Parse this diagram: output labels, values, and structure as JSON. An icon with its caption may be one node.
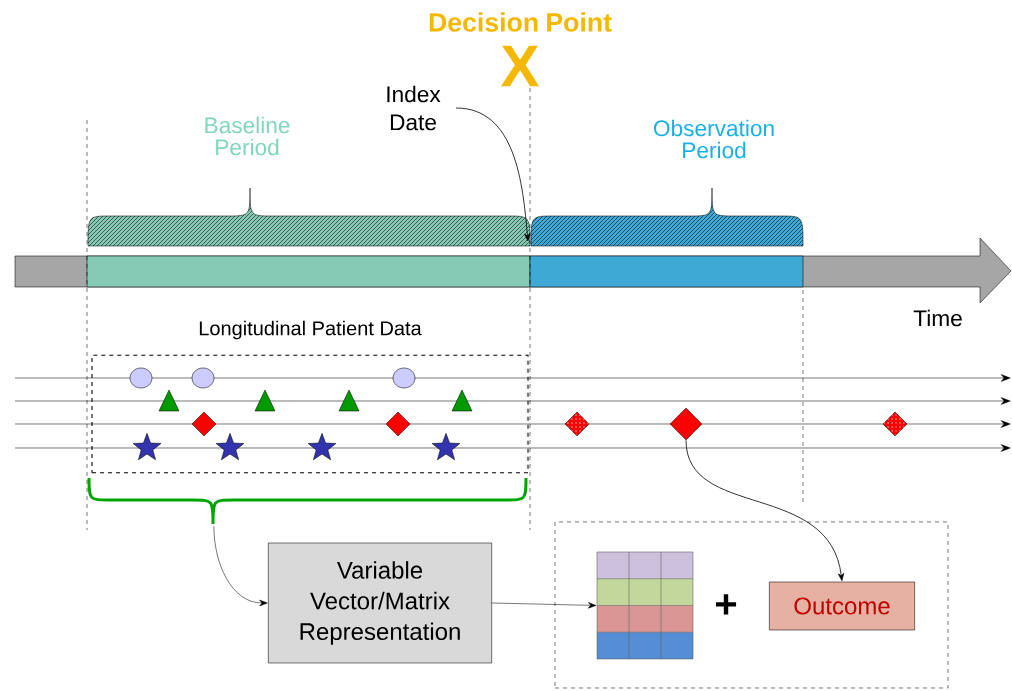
{
  "diagram": {
    "nodes": [
      {
        "text": [
          "Longitudinal Patient Data"
        ]
      },
      {
        "text": [
          "Variable Vector/Matrix Representation"
        ]
      },
      {
        "text": [],
        "shape": "box"
      },
      {
        "text": [],
        "shape": "box",
        "in": 2
      },
      {
        "text": [
          "Outcome"
        ],
        "in": 2
      },
      {
        "text": [],
        "shape": "diamond"
      },
      {
        "text": [
          "Index Date"
        ]
      }
    ],
    "edges": [
      {
        "from": 0,
        "to": 1,
        "arrow": "to"
      },
      {
        "from": 1,
        "to": 3,
        "arrow": "to"
      },
      {
        "from": 5,
        "to": 4,
        "arrow": "to"
      },
      {
        "from": 6,
        "to": null,
        "arrow": "to"
      }
    ],
    "labels": [
      "Decision Point",
      "X",
      "Baseline Period",
      "Observation Period",
      "Time",
      "+"
    ]
  }
}
